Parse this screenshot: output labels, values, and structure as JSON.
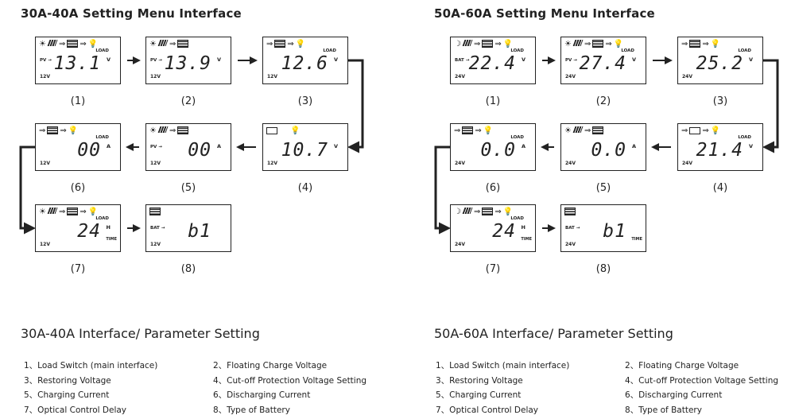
{
  "left": {
    "title": "30A-40A Setting Menu Interface",
    "param_title": "30A-40A Interface/ Parameter Setting",
    "panels": [
      {
        "label": "(1)",
        "value": "13.1",
        "unit": "V",
        "volt": "12V",
        "tag": "PV →",
        "load": "LOAD",
        "icons": "sun-panel-battery-load"
      },
      {
        "label": "(2)",
        "value": "13.9",
        "unit": "V",
        "volt": "12V",
        "tag": "PV →",
        "load": "",
        "icons": "sun-panel-battery"
      },
      {
        "label": "(3)",
        "value": "12.6",
        "unit": "V",
        "volt": "12V",
        "tag": "",
        "load": "LOAD",
        "icons": "battery-load"
      },
      {
        "label": "(4)",
        "value": "10.7",
        "unit": "V",
        "volt": "12V",
        "tag": "",
        "load": "",
        "icons": "battery-empty-bulb"
      },
      {
        "label": "(5)",
        "value": "00",
        "unit": "A",
        "volt": "12V",
        "tag": "PV →",
        "load": "",
        "icons": "sun-panel-battery"
      },
      {
        "label": "(6)",
        "value": "00",
        "unit": "A",
        "volt": "12V",
        "tag": "",
        "load": "LOAD",
        "icons": "battery-load"
      },
      {
        "label": "(7)",
        "value": "24",
        "unit": "H",
        "volt": "12V",
        "tag": "",
        "load": "LOAD",
        "time": "TIME",
        "icons": "sun-panel-battery-load"
      },
      {
        "label": "(8)",
        "value": "b1",
        "unit": "",
        "volt": "12V",
        "tag": "BAT →",
        "load": "",
        "icons": "battery"
      }
    ],
    "params": [
      "1、Load Switch (main interface)",
      "2、Floating Charge Voltage",
      "3、Restoring Voltage",
      "4、Cut-off Protection Voltage Setting",
      "5、Charging Current",
      "6、Discharging Current",
      "7、Optical Control Delay",
      "8、Type of Battery"
    ]
  },
  "right": {
    "title": "50A-60A Setting Menu Interface",
    "param_title": "50A-60A Interface/ Parameter Setting",
    "panels": [
      {
        "label": "(1)",
        "value": "22.4",
        "unit": "V",
        "volt": "24V",
        "tag": "BAT →",
        "load": "LOAD",
        "icons": "moon-panel-battery-load"
      },
      {
        "label": "(2)",
        "value": "27.4",
        "unit": "V",
        "volt": "24V",
        "tag": "PV →",
        "load": "LOAD",
        "icons": "sun-panel-battery-load"
      },
      {
        "label": "(3)",
        "value": "25.2",
        "unit": "V",
        "volt": "24V",
        "tag": "",
        "load": "LOAD",
        "icons": "battery-load"
      },
      {
        "label": "(4)",
        "value": "21.4",
        "unit": "V",
        "volt": "24V",
        "tag": "",
        "load": "LOAD",
        "icons": "battery-empty-load"
      },
      {
        "label": "(5)",
        "value": "0.0",
        "unit": "A",
        "volt": "24V",
        "tag": "",
        "load": "",
        "icons": "sun-panel-battery"
      },
      {
        "label": "(6)",
        "value": "0.0",
        "unit": "A",
        "volt": "24V",
        "tag": "",
        "load": "LOAD",
        "icons": "battery-load"
      },
      {
        "label": "(7)",
        "value": "24",
        "unit": "H",
        "volt": "24V",
        "tag": "",
        "load": "LOAD",
        "time": "TIME",
        "icons": "moon-panel-battery-load"
      },
      {
        "label": "(8)",
        "value": "b1",
        "unit": "",
        "volt": "24V",
        "tag": "BAT →",
        "load": "",
        "time": "TIME",
        "icons": "battery"
      }
    ],
    "params": [
      "1、Load Switch (main interface)",
      "2、Floating Charge Voltage",
      "3、Restoring Voltage",
      "4、Cut-off Protection Voltage Setting",
      "5、Charging Current",
      "6、Discharging Current",
      "7、Optical Control Delay",
      "8、Type of Battery"
    ]
  }
}
